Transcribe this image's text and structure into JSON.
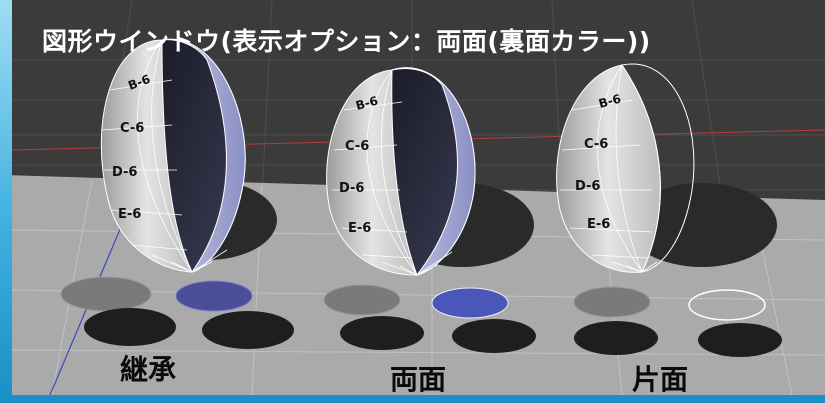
{
  "window": {
    "title": "図形ウインドウ(表示オプション：両面(裏面カラー))"
  },
  "panels": [
    {
      "id": "inherit",
      "label": "継承",
      "swatches": [
        {
          "name": "front-color",
          "color": "#7a7a7a"
        },
        {
          "name": "back-color",
          "color": "#4a4f9a"
        },
        {
          "name": "shadow-left",
          "color": "#1e1e1e"
        },
        {
          "name": "shadow-right",
          "color": "#1e1e1e"
        }
      ],
      "cell_labels": [
        "B-6",
        "C-6",
        "D-6",
        "E-6"
      ]
    },
    {
      "id": "both",
      "label": "両面",
      "swatches": [
        {
          "name": "front-color",
          "color": "#7a7a7a"
        },
        {
          "name": "back-color",
          "color": "#4a56b8"
        },
        {
          "name": "shadow-left",
          "color": "#1e1e1e"
        },
        {
          "name": "shadow-right",
          "color": "#1e1e1e"
        }
      ],
      "cell_labels": [
        "B-6",
        "C-6",
        "D-6",
        "E-6"
      ]
    },
    {
      "id": "single",
      "label": "片面",
      "swatches": [
        {
          "name": "front-color",
          "color": "#7a7a7a"
        },
        {
          "name": "back-color",
          "color": "transparent"
        },
        {
          "name": "shadow-left",
          "color": "#1e1e1e"
        },
        {
          "name": "shadow-right",
          "color": "#1e1e1e"
        }
      ],
      "cell_labels": [
        "B-6",
        "C-6",
        "D-6",
        "E-6"
      ]
    }
  ],
  "colors": {
    "background_frame": "#3fb1e0",
    "viewport_bg": "#3a3a3a",
    "floor": "#a9a9a9",
    "grid_line": "#565656",
    "axis_red": "#b83a3a",
    "axis_blue": "#3a4ab8",
    "mesh_line": "#ffffff",
    "shell_front": "#d8d8d8",
    "shell_interior": "#2a2a3a"
  }
}
